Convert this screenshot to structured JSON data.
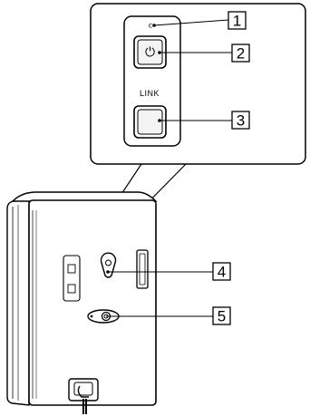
{
  "callouts": {
    "c1": "1",
    "c2": "2",
    "c3": "3",
    "c4": "4",
    "c5": "5"
  },
  "controls": {
    "led_symbol": "c",
    "power_symbol": "⏻",
    "link_label": "LINK"
  },
  "colors": {
    "line": "#000000",
    "panel_fill": "#ffffff",
    "button_fill": "#f2f2f2"
  }
}
